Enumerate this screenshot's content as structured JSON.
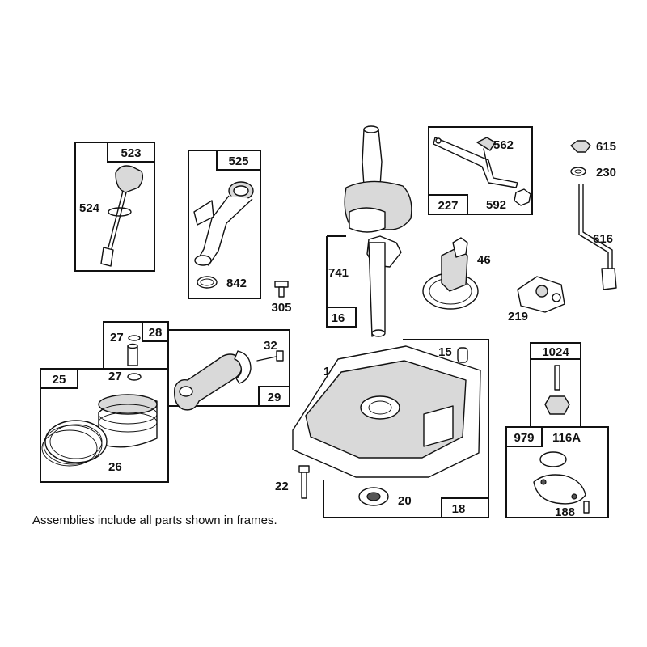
{
  "callouts": {
    "p523": "523",
    "p524": "524",
    "p525": "525",
    "p842": "842",
    "p305": "305",
    "p741": "741",
    "p16": "16",
    "p227": "227",
    "p562": "562",
    "p592": "592",
    "p615": "615",
    "p230": "230",
    "p616": "616",
    "p46": "46",
    "p219": "219",
    "p28": "28",
    "p27a": "27",
    "p32": "32",
    "p29": "29",
    "p25": "25",
    "p27b": "27",
    "p26": "26",
    "p12": "12",
    "p15": "15",
    "p22": "22",
    "p20": "20",
    "p18": "18",
    "p1024": "1024",
    "p979": "979",
    "p116a": "116A",
    "p188": "188"
  },
  "note": "Assemblies include all parts shown in frames."
}
